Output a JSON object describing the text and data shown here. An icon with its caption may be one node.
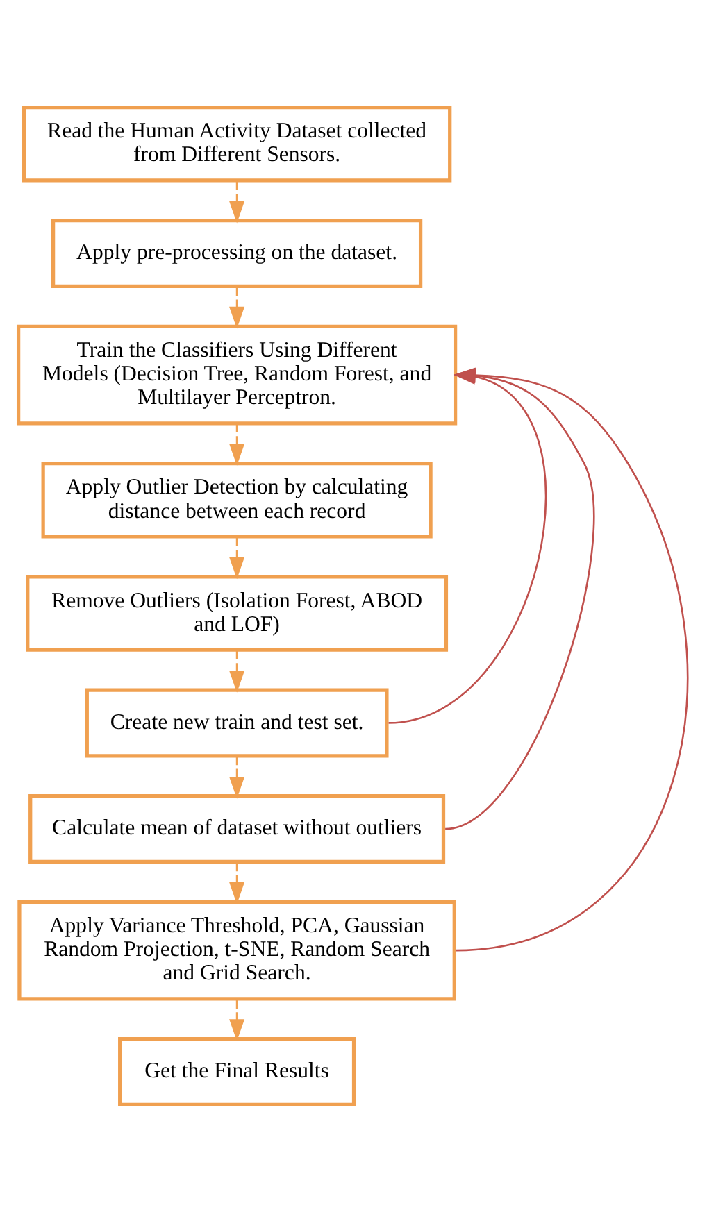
{
  "diagram": {
    "nodes": [
      {
        "text": [
          "Read the Human Activity Dataset collected from Different Sensors."
        ]
      },
      {
        "text": [
          "Apply pre-processing on the dataset."
        ]
      },
      {
        "text": [
          "Train the Classifiers Using Different Models (Decision Tree, Random Forest, and Multilayer Perceptron."
        ]
      },
      {
        "text": [
          "Apply Outlier Detection by calculating distance between each record"
        ]
      },
      {
        "text": [
          "Remove Outliers (Isolation Forest, ABOD and LOF)"
        ]
      },
      {
        "text": [
          "Create new train and test set."
        ]
      },
      {
        "text": [
          "Calculate mean of dataset without outliers"
        ]
      },
      {
        "text": [
          "Apply Variance Threshold, PCA, Gaussian Random Projection, t-SNE, Random Search and Grid Search."
        ]
      },
      {
        "text": [
          "Get the Final Results"
        ]
      }
    ],
    "edges": [
      {
        "from": 0,
        "to": 1,
        "arrow": "to",
        "style": "dashed"
      },
      {
        "from": 1,
        "to": 2,
        "arrow": "to",
        "style": "dashed"
      },
      {
        "from": 2,
        "to": 3,
        "arrow": "to",
        "style": "dashed"
      },
      {
        "from": 3,
        "to": 4,
        "arrow": "to",
        "style": "dashed"
      },
      {
        "from": 4,
        "to": 5,
        "arrow": "to",
        "style": "dashed"
      },
      {
        "from": 5,
        "to": 6,
        "arrow": "to",
        "style": "dashed"
      },
      {
        "from": 6,
        "to": 7,
        "arrow": "to",
        "style": "dashed"
      },
      {
        "from": 7,
        "to": 8,
        "arrow": "to",
        "style": "dashed"
      },
      {
        "from": 5,
        "to": 2,
        "arrow": "to",
        "color": "#c0504d"
      },
      {
        "from": 6,
        "to": 2,
        "arrow": "to",
        "color": "#c0504d"
      },
      {
        "from": 7,
        "to": 2,
        "arrow": "to",
        "color": "#c0504d"
      }
    ]
  }
}
